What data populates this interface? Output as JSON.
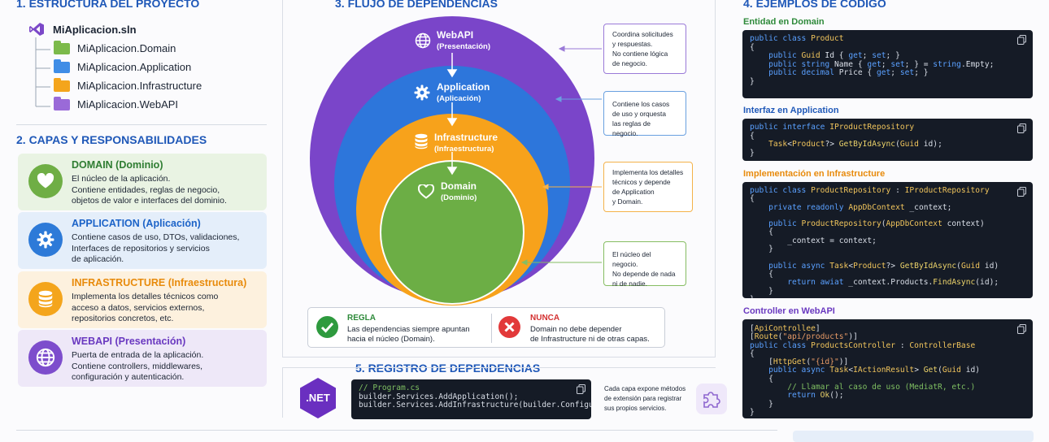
{
  "sections": {
    "s1": "1. ESTRUCTURA DEL PROYECTO",
    "s2": "2. CAPAS Y RESPONSABILIDADES",
    "s3": "3. FLUJO DE DEPENDENCIAS",
    "s4": "4.  EJEMPLOS DE CÓDIGO",
    "s5": "5. REGISTRO DE DEPENDENCIAS"
  },
  "tree": {
    "solution": "MiAplicacion.sln",
    "items": [
      {
        "label": "MiAplicacion.Domain",
        "color": "#7cba4a"
      },
      {
        "label": "MiAplicacion.Application",
        "color": "#3f8de6"
      },
      {
        "label": "MiAplicacion.Infrastructure",
        "color": "#f4a51c"
      },
      {
        "label": "MiAplicacion.WebAPI",
        "color": "#9a6ad8"
      }
    ]
  },
  "layers": [
    {
      "title": "DOMAIN (Dominio)",
      "desc": [
        "El núcleo de la aplicación.",
        "Contiene entidades, reglas de negocio,",
        "objetos de valor e interfaces del dominio."
      ],
      "bg": "#e9f3e3",
      "accent": "#2f7d32",
      "icon_bg": "#6fae45",
      "icon": "heart-icon"
    },
    {
      "title": "APPLICATION (Aplicación)",
      "desc": [
        "Contiene casos de uso, DTOs, validaciones,",
        "Interfaces de repositorios y servicios",
        "de aplicación."
      ],
      "bg": "#e4eefa",
      "accent": "#1c63c8",
      "icon_bg": "#2d7ad8",
      "icon": "gear-icon"
    },
    {
      "title": "INFRASTRUCTURE (Infraestructura)",
      "desc": [
        "Implementa los detalles técnicos como",
        "acceso a datos, servicios externos,",
        "repositorios concretos, etc."
      ],
      "bg": "#fdf1de",
      "accent": "#e88b0c",
      "icon_bg": "#f4a51c",
      "icon": "database-icon"
    },
    {
      "title": "WEBAPI (Presentación)",
      "desc": [
        "Puerta de entrada de la aplicación.",
        "Contiene controllers, middlewares,",
        "configuración y autenticación."
      ],
      "bg": "#eee8f8",
      "accent": "#6a39c0",
      "icon_bg": "#7d4dcc",
      "icon": "globe-icon"
    }
  ],
  "rings": [
    {
      "name": "WebAPI",
      "sub": "(Presentación)"
    },
    {
      "name": "Application",
      "sub": "(Aplicación)"
    },
    {
      "name": "Infrastructure",
      "sub": "(Infraestructura)"
    },
    {
      "name": "Domain",
      "sub": "(Dominio)"
    }
  ],
  "notes": [
    [
      "Coordina solicitudes",
      "y respuestas.",
      "No contiene lógica",
      "de negocio."
    ],
    [
      "Contiene los casos",
      "de uso y orquesta",
      "las reglas de negocio."
    ],
    [
      "Implementa los detalles",
      "técnicos y depende",
      "de Application",
      "y Domain."
    ],
    [
      "El núcleo del negocio.",
      "No depende de nada",
      "ni de nadie."
    ]
  ],
  "rule": {
    "title": "REGLA",
    "text": [
      "Las dependencias siempre apuntan",
      "hacia el núcleo (Domain)."
    ]
  },
  "never": {
    "title": "NUNCA",
    "text": [
      "Domain no debe depender",
      "de Infrastructure ni de otras capas."
    ]
  },
  "registry": {
    "logo": ".NET",
    "code": [
      "// Program.cs",
      "builder.Services.AddApplication();",
      "builder.Services.AddInfrastructure(builder.Configuration);"
    ],
    "note": [
      "Cada capa expone métodos",
      "de extensión para registrar",
      "sus propios servicios."
    ]
  },
  "code_examples": {
    "domain_title": "Entidad en Domain",
    "application_title": "Interfaz en Application",
    "infrastructure_title": "Implementación en Infrastructure",
    "webapi_title": "Controller en WebAPI"
  },
  "colors": {
    "title_blue": "#1f58b8",
    "webapi": "#7a45c9",
    "application": "#2d76db",
    "infrastructure": "#f7a21b",
    "domain": "#6cae45"
  }
}
